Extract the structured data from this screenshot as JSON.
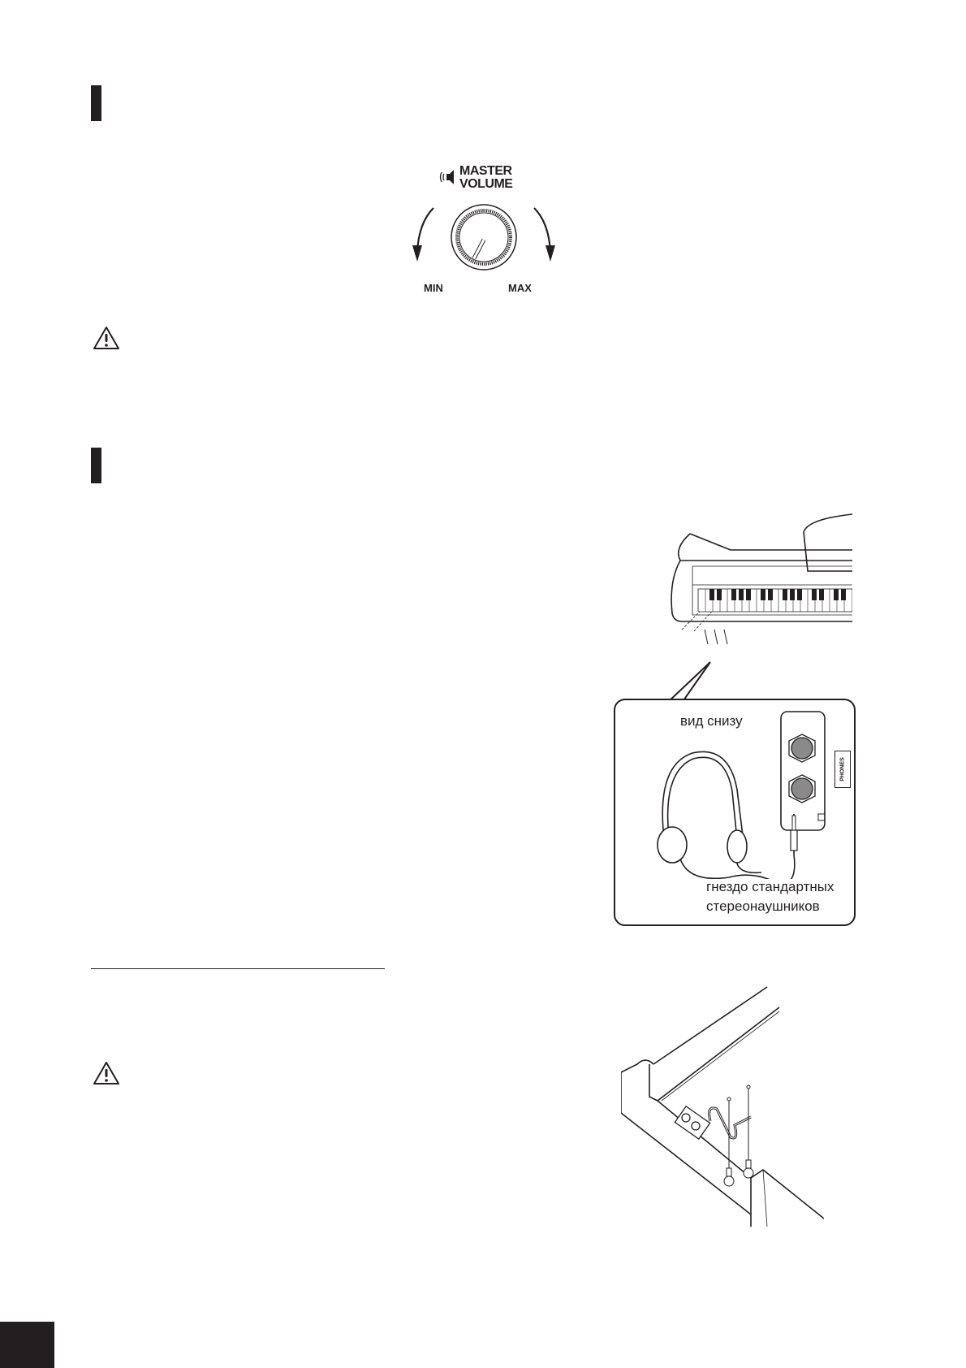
{
  "page": {
    "sections": [
      {
        "id": "volume",
        "marker": true
      },
      {
        "id": "headphones",
        "marker": true
      }
    ]
  },
  "volume_figure": {
    "icon": "speaker-icon",
    "title_line1": "MASTER",
    "title_line2": "VOLUME",
    "min_label": "MIN",
    "max_label": "MAX"
  },
  "caution_icons": [
    "warning-triangle-icon",
    "warning-triangle-icon"
  ],
  "headphone_figure": {
    "view_label": "вид снизу",
    "jack_label": "PHONES",
    "caption_line1": "гнездо стандартных",
    "caption_line2": "стереонаушников"
  },
  "colors": {
    "ink": "#231f20",
    "paper": "#ffffff",
    "jack_fill": "#8a8a8a"
  }
}
